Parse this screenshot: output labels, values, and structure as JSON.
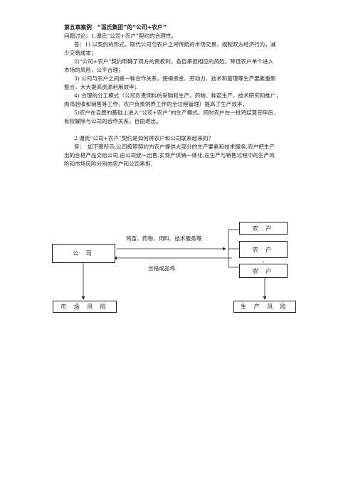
{
  "doc": {
    "title": "第五章案例　“温氏集团”的“公司+农户”",
    "q1": "问题讨论：1.温氏“公司+农户”契约的合理性。",
    "a1_lines": [
      "答：1) 以契约的形式，取代公司与农户之间传统的市场交易，规制双方经济行为，减",
      "少交易成本；",
      "2)“公司+农户”契约明确了双方的责权利，各自承担相应的风险，降低农户单个进入",
      "市场的风险，公平合理；",
      "3) 公司与农户之间是一种合作关系，使得资金、劳动力、技术和管理等生产要素重新",
      "整合，大大提高资源利用效率；",
      "4) 合理的分工模式（公司负责饲料的采购和生产，药物、种苗生产，技术研究和推广，",
      "肉鸡验收和销售等工作，农户负责饲养工作的全过程管理）提高了生产效率。",
      "5)农户在自愿的基础上进入“公司+农户”的生产模式，同时农户在一批鸡结算完毕后，",
      "有权解除与公司的合作关系，自由退出。"
    ],
    "q2": "2.温氏“公司+农户”契约是如何将农户和公司联系起来的？",
    "a2_lines": [
      "答：　如下图所示,公司按照契约为农户提供大部分的生产要素和技术服务,农户把生产",
      "出的合格产品交给公司,由公司统一出售,实现产供销一体化,在生产与销售过程中的生产风",
      "险和市场风险分别由农户和公司承担."
    ]
  },
  "diagram": {
    "company": "公 司",
    "farmer_top": "农 户",
    "farmer_mid": "农 户",
    "farmer_bottom": "农 户",
    "arrow_top_label": "鸡苗、药物、饲料、技术服务等",
    "arrow_bottom_label": "合格成品鸡",
    "market_risk": "市 场 风 险",
    "production_risk": "生 产 风 险"
  }
}
